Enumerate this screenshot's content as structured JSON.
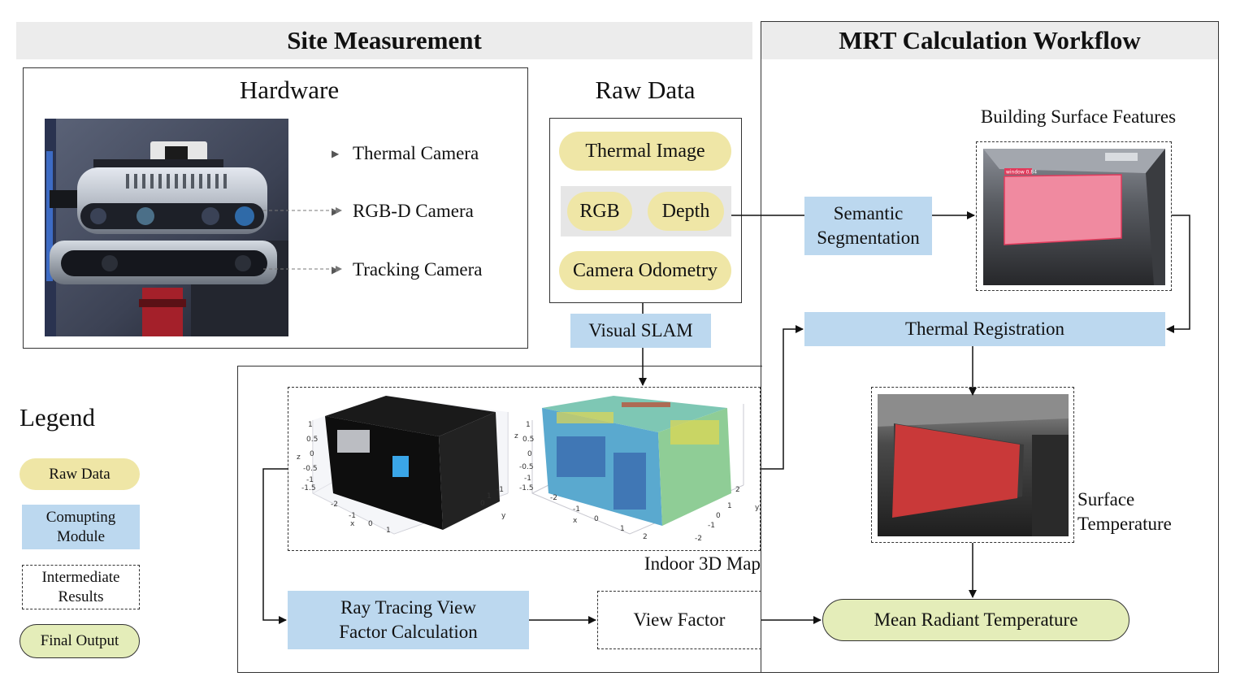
{
  "site_measurement": {
    "title": "Site Measurement",
    "hardware": {
      "title": "Hardware",
      "items": [
        "Thermal Camera",
        "RGB-D Camera",
        "Tracking Camera"
      ]
    },
    "raw_data": {
      "title": "Raw Data",
      "thermal_image": "Thermal Image",
      "rgb": "RGB",
      "depth": "Depth",
      "camera_odometry": "Camera Odometry"
    },
    "visual_slam": "Visual SLAM"
  },
  "mrt_workflow": {
    "title": "MRT Calculation Workflow",
    "building_surface_features": "Building Surface Features",
    "semantic_segmentation": [
      "Semantic",
      "Segmentation"
    ],
    "thermal_registration": "Thermal Registration",
    "surface_temperature": [
      "Surface",
      "Temperature"
    ],
    "indoor_3d_map": "Indoor 3D Map",
    "ray_tracing": [
      "Ray Tracing View",
      "Factor Calculation"
    ],
    "view_factor": "View Factor",
    "mean_radiant_temperature": "Mean Radiant Temperature",
    "seg_tag": "window 0.84"
  },
  "legend": {
    "title": "Legend",
    "raw_data": "Raw Data",
    "computing_module": [
      "Comupting",
      "Module"
    ],
    "intermediate": [
      "Intermediate",
      "Results"
    ],
    "final_output": "Final Output"
  },
  "colors": {
    "raw_data_fill": "#efe6a6",
    "module_fill": "#bcd8ef",
    "final_output_fill": "#e4edb9",
    "header_fill": "#ececec",
    "segmentation_overlay": "#f08aa0",
    "temperature_overlay": "#d93a3a"
  },
  "icons": [
    "arrow-right-icon",
    "camera-photo",
    "point-cloud-plot"
  ]
}
